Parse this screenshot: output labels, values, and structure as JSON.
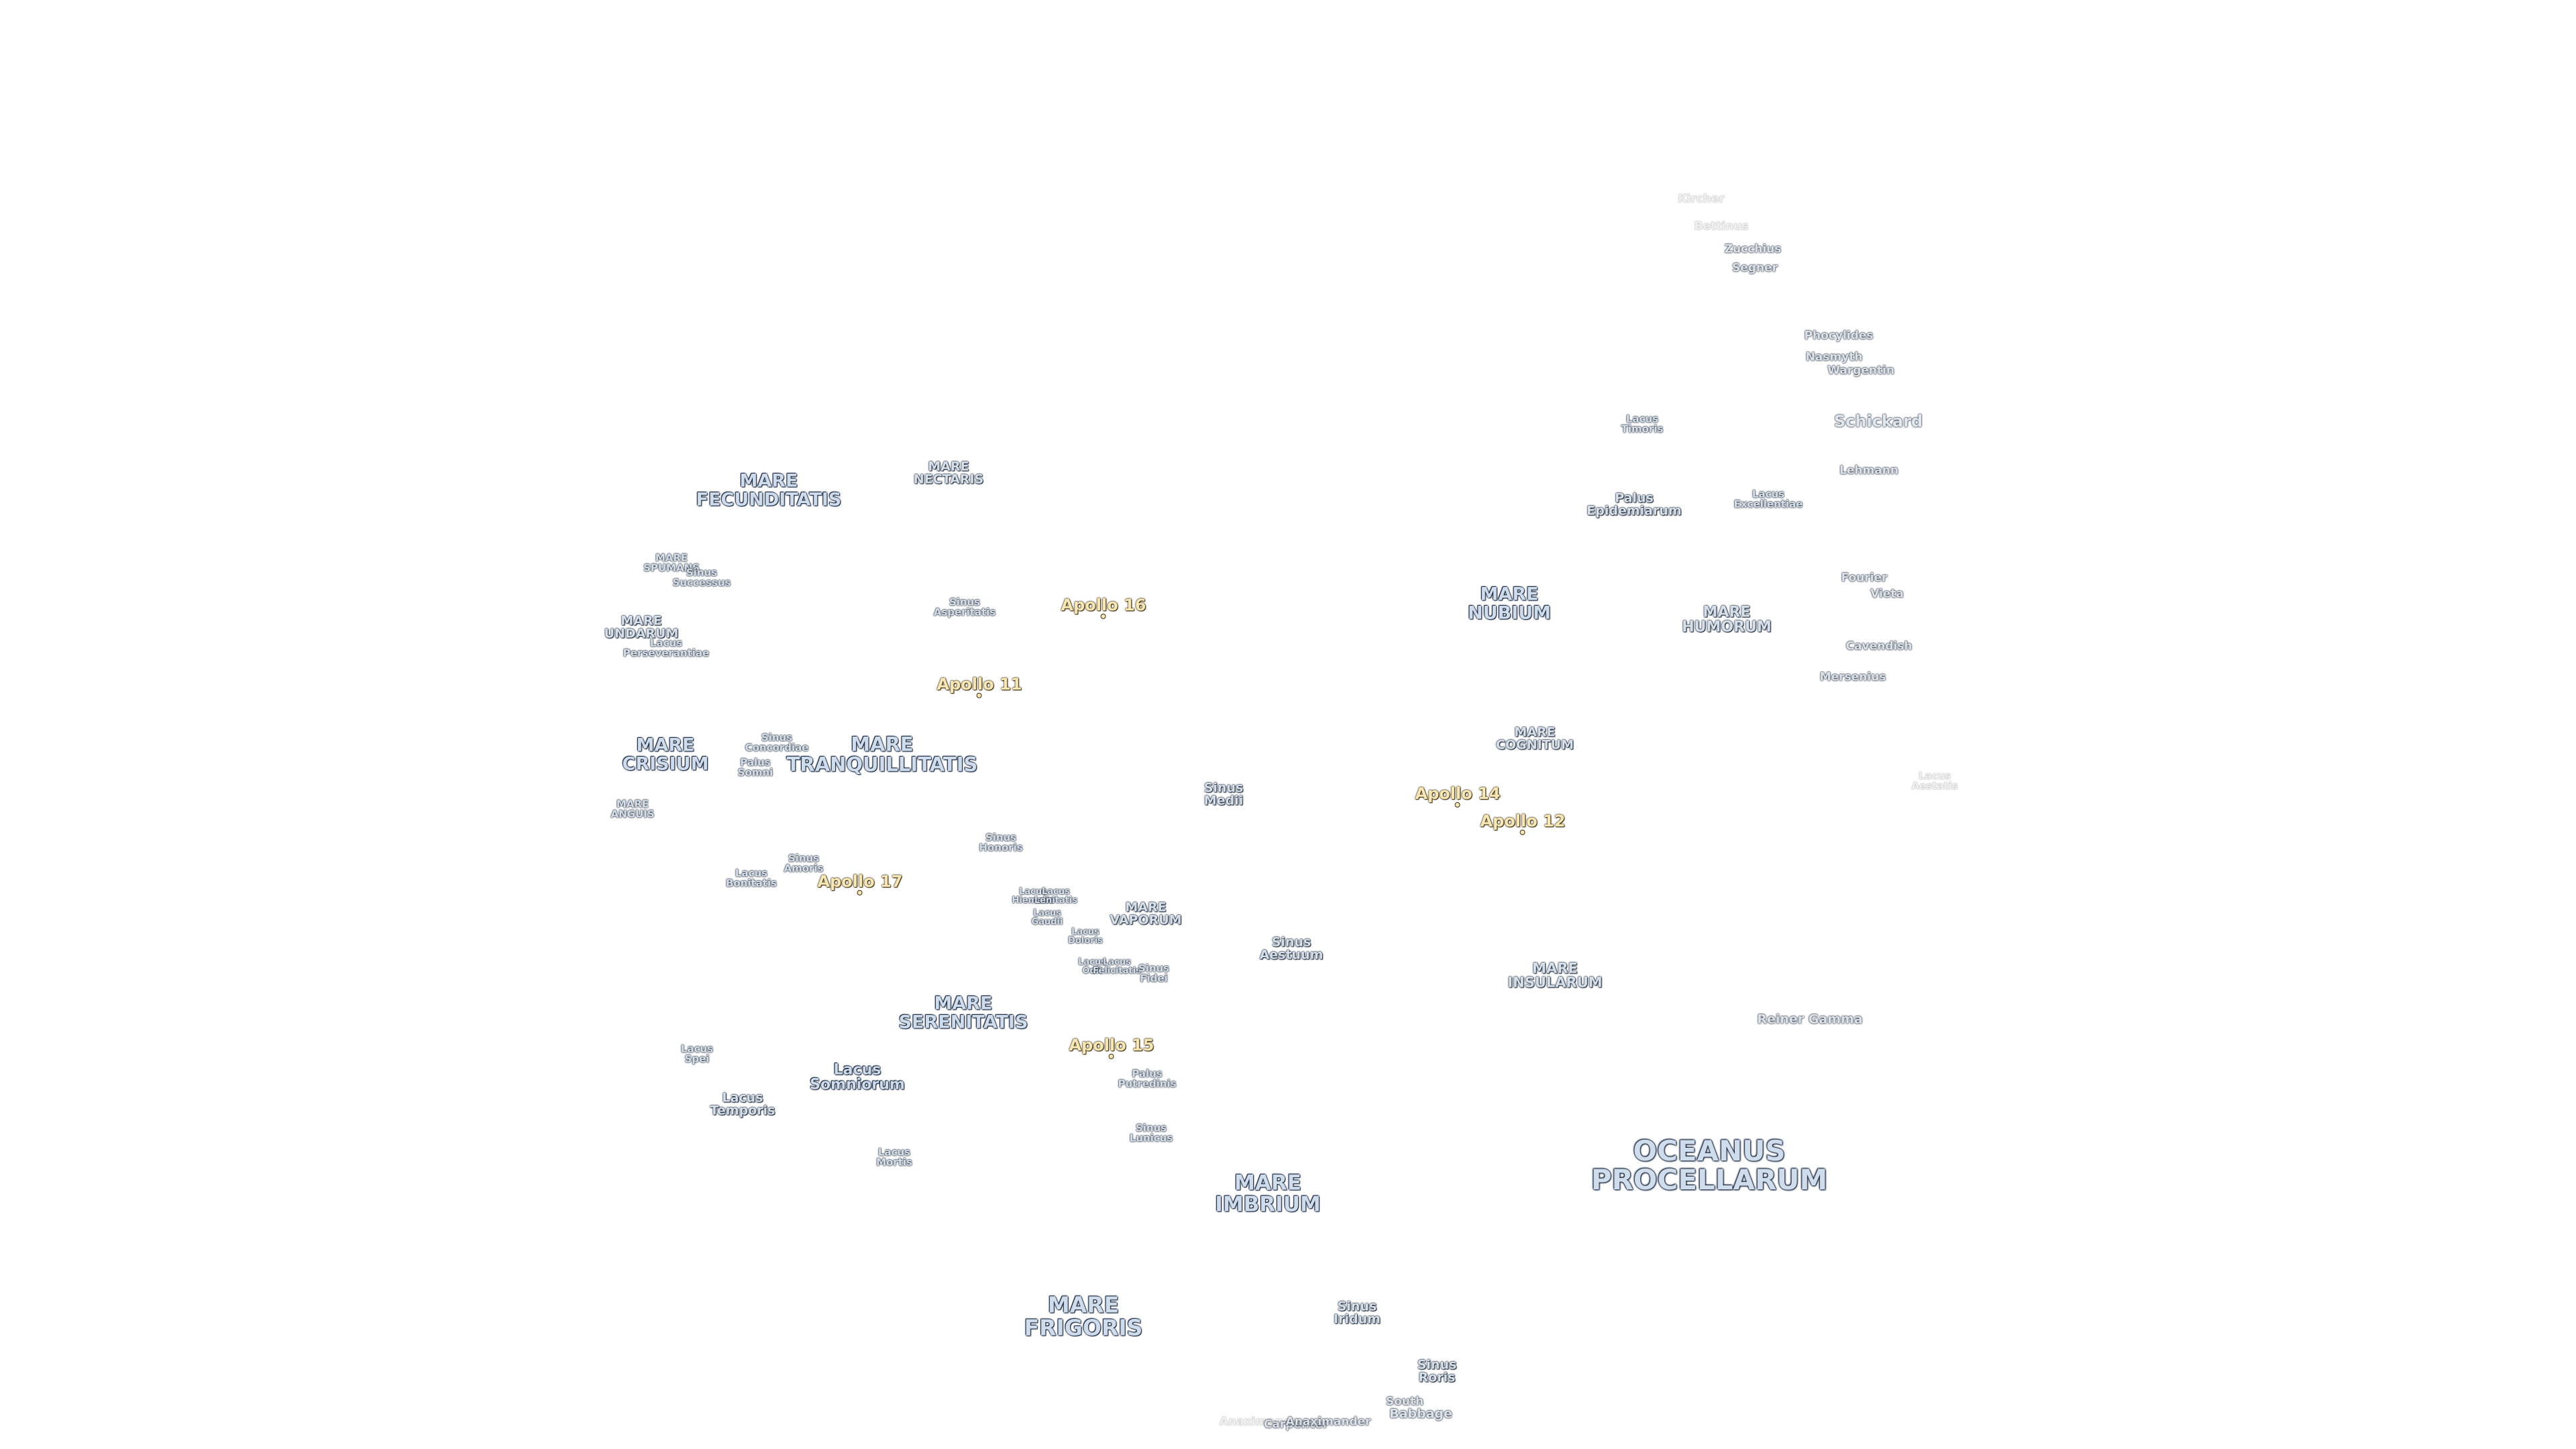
{
  "labels": {
    "oceanus_procellarum": [
      "OCEANUS",
      "PROCELLARUM"
    ],
    "mare_imbrium": [
      "MARE",
      "IMBRIUM"
    ],
    "mare_frigoris": [
      "MARE",
      "FRIGORIS"
    ],
    "mare_serenitatis": [
      "MARE",
      "SERENITATIS"
    ],
    "mare_tranquillitatis": [
      "MARE",
      "TRANQUILLITATIS"
    ],
    "mare_crisium": [
      "MARE",
      "CRISIUM"
    ],
    "mare_fecunditatis": [
      "MARE",
      "FECUNDITATIS"
    ],
    "mare_nectaris": [
      "MARE",
      "NECTARIS"
    ],
    "mare_nubium": [
      "MARE",
      "NUBIUM"
    ],
    "mare_humorum": [
      "MARE",
      "HUMORUM"
    ],
    "mare_cognitum": [
      "MARE",
      "COGNITUM"
    ],
    "mare_insularum": [
      "MARE",
      "INSULARUM"
    ],
    "mare_vaporum": [
      "MARE",
      "VAPORUM"
    ],
    "mare_spumans": [
      "MARE",
      "SPUMANS"
    ],
    "mare_undarum": [
      "MARE",
      "UNDARUM"
    ],
    "mare_anguis": [
      "MARE",
      "ANGUIS"
    ],
    "sinus_successus": [
      "Sinus",
      "Successus"
    ],
    "lacus_perseverantiae": [
      "Lacus",
      "Perseverantiae"
    ],
    "sinus_concordiae": [
      "Sinus",
      "Concordiae"
    ],
    "palus_somni": [
      "Palus",
      "Somni"
    ],
    "sinus_asperitatis": [
      "Sinus",
      "Asperitatis"
    ],
    "sinus_medii": [
      "Sinus",
      "Medii"
    ],
    "sinus_honoris": [
      "Sinus",
      "Honoris"
    ],
    "sinus_amoris": [
      "Sinus",
      "Amoris"
    ],
    "lacus_bonitatis": [
      "Lacus",
      "Bonitatis"
    ],
    "lacus_hiemalis": [
      "Lacus",
      "Hiemalis"
    ],
    "lacus_lenitatis": [
      "Lacus",
      "Lenitatis"
    ],
    "lacus_gaudii": [
      "Lacus",
      "Gaudii"
    ],
    "lacus_doloris": [
      "Lacus",
      "Doloris"
    ],
    "lacus_odii": [
      "Lacus",
      "Odii"
    ],
    "lacus_felicitatis": [
      "Lacus",
      "Felicitatis"
    ],
    "sinus_fidei": [
      "Sinus",
      "Fidei"
    ],
    "sinus_aestuum": [
      "Sinus",
      "Aestuum"
    ],
    "palus_putredinis": [
      "Palus",
      "Putredinis"
    ],
    "sinus_lunicus": [
      "Sinus",
      "Lunicus"
    ],
    "lacus_spei": [
      "Lacus",
      "Spei"
    ],
    "lacus_somniorum": [
      "Lacus",
      "Somniorum"
    ],
    "lacus_temporis": [
      "Lacus",
      "Temporis"
    ],
    "lacus_mortis": [
      "Lacus",
      "Mortis"
    ],
    "sinus_iridum": [
      "Sinus",
      "Iridum"
    ],
    "sinus_roris": [
      "Sinus",
      "Roris"
    ],
    "palus_epidemiarum": [
      "Palus",
      "Epidemiarum"
    ],
    "lacus_excellentiae": [
      "Lacus",
      "Excellentiae"
    ],
    "lacus_timoris": [
      "Lacus",
      "Timoris"
    ],
    "lacus_aestatis": [
      "Lacus",
      "Aestatis"
    ],
    "reiner_gamma": [
      "Reiner Gamma"
    ],
    "kircher": [
      "Kircher"
    ],
    "bettinus": [
      "Bettinus"
    ],
    "zucchius": [
      "Zucchius"
    ],
    "segner": [
      "Segner"
    ],
    "phocylides": [
      "Phocylides"
    ],
    "nasmyth": [
      "Nasmyth"
    ],
    "wargentin": [
      "Wargentin"
    ],
    "schickard": [
      "Schickard"
    ],
    "lehmann": [
      "Lehmann"
    ],
    "fourier": [
      "Fourier"
    ],
    "vieta": [
      "Vieta"
    ],
    "cavendish": [
      "Cavendish"
    ],
    "mersenius": [
      "Mersenius"
    ],
    "south": [
      "South"
    ],
    "babbage": [
      "Babbage"
    ],
    "anaximenes": [
      "Anaximenes"
    ],
    "carpenter": [
      "Carpenter"
    ],
    "anaximander": [
      "Anaximander"
    ],
    "apollo_11": [
      "Apollo 11"
    ],
    "apollo_12": [
      "Apollo 12"
    ],
    "apollo_14": [
      "Apollo 14"
    ],
    "apollo_15": [
      "Apollo 15"
    ],
    "apollo_16": [
      "Apollo 16"
    ],
    "apollo_17": [
      "Apollo 17"
    ]
  }
}
